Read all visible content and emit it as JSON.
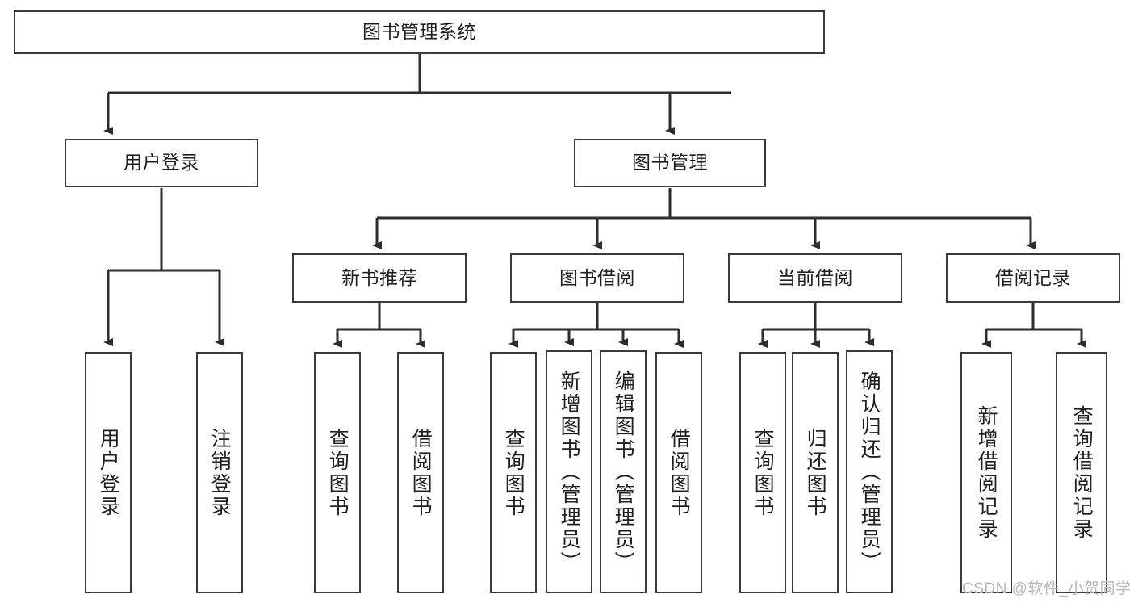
{
  "diagram": {
    "title": "图书管理系统",
    "type": "hierarchy-tree",
    "root": {
      "label": "图书管理系统"
    },
    "level2": [
      {
        "label": "用户登录"
      },
      {
        "label": "图书管理"
      }
    ],
    "level3": [
      {
        "label": "新书推荐"
      },
      {
        "label": "图书借阅"
      },
      {
        "label": "当前借阅"
      },
      {
        "label": "借阅记录"
      }
    ],
    "leaves": {
      "user_login": [
        {
          "label": "用户登录"
        },
        {
          "label": "注销登录"
        }
      ],
      "new_book_recommend": [
        {
          "label": "查询图书"
        },
        {
          "label": "借阅图书"
        }
      ],
      "book_borrow": [
        {
          "label": "查询图书"
        },
        {
          "label": "新增图书（管理员）"
        },
        {
          "label": "编辑图书（管理员）"
        },
        {
          "label": "借阅图书"
        }
      ],
      "current_borrow": [
        {
          "label": "查询图书"
        },
        {
          "label": "归还图书"
        },
        {
          "label": "确认归还（管理员）"
        }
      ],
      "borrow_record": [
        {
          "label": "新增借阅记录"
        },
        {
          "label": "查询借阅记录"
        }
      ]
    }
  },
  "watermark": {
    "text": "CSDN @软件_小贺同学"
  },
  "colors": {
    "background": "#ffffff",
    "box_border": "#3a3a3a",
    "text": "#1f1f1f",
    "connector": "#2e2e2e",
    "watermark": "#b9b9b9"
  }
}
